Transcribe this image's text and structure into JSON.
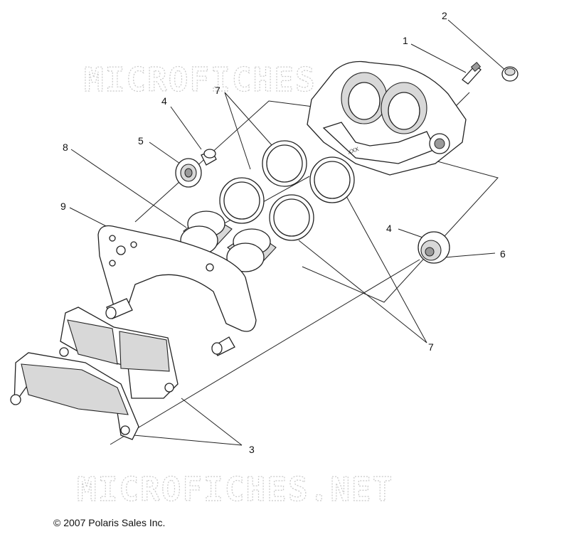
{
  "watermark": {
    "top_text": "MICROFICHES.NET",
    "bottom_text": "MICROFICHES.NET"
  },
  "callouts": {
    "c1": "1",
    "c2": "2",
    "c3": "3",
    "c4a": "4",
    "c4b": "4",
    "c5": "5",
    "c6": "6",
    "c7a": "7",
    "c7b": "7",
    "c8": "8",
    "c9": "9"
  },
  "caliper_mark": "XXX",
  "copyright": "© 2007 Polaris Sales Inc."
}
